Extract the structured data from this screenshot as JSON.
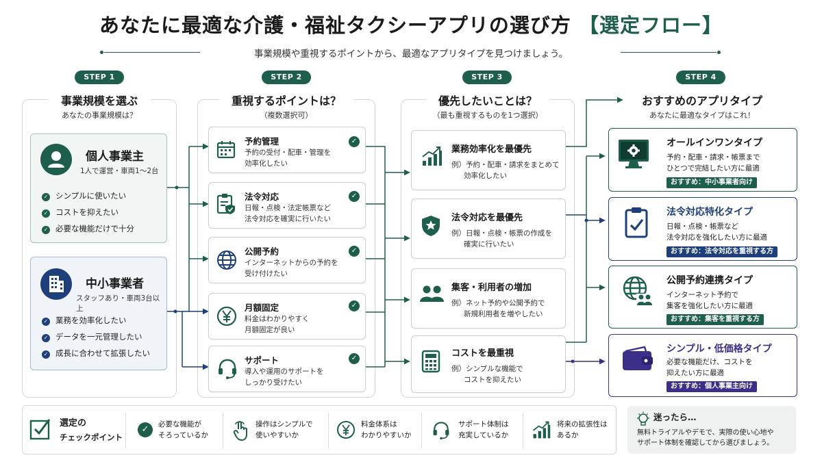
{
  "title": {
    "main": "あなたに最適な介護・福祉タクシーアプリの選び方",
    "accent": "【選定フロー】"
  },
  "subtitle": "事業規模や重視するポイントから、最適なアプリタイプを見つけましょう。",
  "steps": [
    "STEP 1",
    "STEP 2",
    "STEP 3",
    "STEP 4"
  ],
  "columns": [
    {
      "title": "事業規模を選ぶ",
      "sub": "あなたの事業規模は？"
    },
    {
      "title": "重視するポイントは？",
      "sub": "（複数選択可）"
    },
    {
      "title": "優先したいことは？",
      "sub": "（最も重視するものを1つ選択）"
    },
    {
      "title": "おすすめのアプリタイプ",
      "sub": "あなたに最適なタイプはこれ！"
    }
  ],
  "scales": [
    {
      "title": "個人事業主",
      "sub": "1人で運営・車両1〜2台",
      "icon": "person-icon",
      "bullets": [
        "シンプルに使いたい",
        "コストを抑えたい",
        "必要な機能だけで十分"
      ]
    },
    {
      "title": "中小事業者",
      "sub": "スタッフあり・車両3台以上",
      "icon": "building-icon",
      "bullets": [
        "業務を効率化したい",
        "データを一元管理したい",
        "成長に合わせて拡張したい"
      ]
    }
  ],
  "points": [
    {
      "title": "予約管理",
      "text": [
        "予約の受付・配車・管理を",
        "効率化したい"
      ],
      "icon": "calendar-icon"
    },
    {
      "title": "法令対応",
      "text": [
        "日報・点検・法定帳票など",
        "法令対応を確実に行いたい"
      ],
      "icon": "clipboard-shield-icon"
    },
    {
      "title": "公開予約",
      "text": [
        "インターネットからの予約を",
        "受け付けたい"
      ],
      "icon": "globe-icon"
    },
    {
      "title": "月額固定",
      "text": [
        "料金はわかりやすく",
        "月額固定が良い"
      ],
      "icon": "yen-icon"
    },
    {
      "title": "サポート",
      "text": [
        "導入や運用のサポートを",
        "しっかり受けたい"
      ],
      "icon": "headset-icon"
    }
  ],
  "priorities": [
    {
      "title": "業務効率化を最優先",
      "text": [
        "例）予約・配車・請求をまとめて",
        "効率化したい"
      ],
      "icon": "growth-chart-icon"
    },
    {
      "title": "法令対応を最優先",
      "text": [
        "例）日報・点検・帳票の作成を",
        "確実に行いたい"
      ],
      "icon": "shield-star-icon"
    },
    {
      "title": "集客・利用者の増加",
      "text": [
        "例）ネット予約や公開予約で",
        "新規利用者を増やしたい"
      ],
      "icon": "people-icon"
    },
    {
      "title": "コストを最重視",
      "text": [
        "例）シンプルな機能で",
        "コストを抑えたい"
      ],
      "icon": "calculator-icon"
    }
  ],
  "recommendations": [
    {
      "title": "オールインワンタイプ",
      "text": [
        "予約・配車・請求・帳票まで",
        "ひとつで完結したい方に最適"
      ],
      "badge": "おすすめ：中小事業者向け",
      "color": "#1d5e4d",
      "icon": "monitor-gear-icon"
    },
    {
      "title": "法令対応特化タイプ",
      "text": [
        "日報・点検・帳票など",
        "法令対応を強化したい方に最適"
      ],
      "badge": "おすすめ：法令対応を重視する方",
      "color": "#1e3f7a",
      "icon": "clipboard-check-icon"
    },
    {
      "title": "公開予約連携タイプ",
      "text": [
        "インターネット予約で",
        "集客を強化したい方に最適"
      ],
      "badge": "おすすめ：集客を重視する方",
      "color": "#1d5e4d",
      "icon": "globe-people-icon"
    },
    {
      "title": "シンプル・低価格タイプ",
      "text": [
        "必要な機能だけ、コストを",
        "抑えたい方に最適"
      ],
      "badge": "おすすめ：個人事業主向け",
      "color": "#3b2f8a",
      "icon": "wallet-icon"
    }
  ],
  "checkpoints": {
    "title": [
      "選定の",
      "チェックポイント"
    ],
    "items": [
      {
        "text": [
          "必要な機能が",
          "そろっているか"
        ],
        "icon": "check-circle-icon"
      },
      {
        "text": [
          "操作はシンプルで",
          "使いやすいか"
        ],
        "icon": "tap-hand-icon"
      },
      {
        "text": [
          "料金体系は",
          "わかりやすいか"
        ],
        "icon": "yen-circle-icon"
      },
      {
        "text": [
          "サポート体制は",
          "充実しているか"
        ],
        "icon": "headset-icon"
      },
      {
        "text": [
          "将来の拡張性は",
          "あるか"
        ],
        "icon": "growth-chart-icon"
      }
    ]
  },
  "hint": {
    "title": "迷ったら…",
    "text": [
      "無料トライアルやデモで、実際の使い心地や",
      "サポート体制を確認してから選びましょう。"
    ],
    "icon": "lightbulb-icon"
  },
  "colors": {
    "green": "#1d5e4d",
    "navy": "#1e3f7a",
    "purple": "#3b2f8a"
  }
}
